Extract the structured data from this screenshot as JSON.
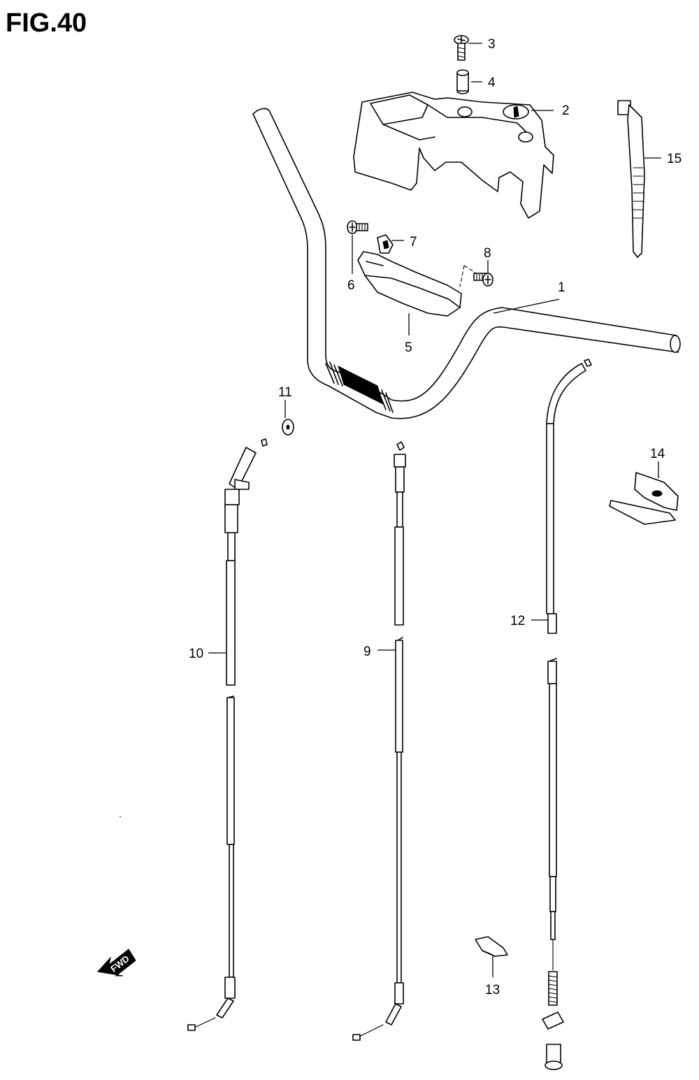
{
  "figure": {
    "title": "FIG.40"
  },
  "direction_arrow": {
    "label": "FWD"
  },
  "callouts": [
    {
      "id": "1",
      "label": "1"
    },
    {
      "id": "2",
      "label": "2"
    },
    {
      "id": "3",
      "label": "3"
    },
    {
      "id": "4",
      "label": "4"
    },
    {
      "id": "5",
      "label": "5"
    },
    {
      "id": "6",
      "label": "6"
    },
    {
      "id": "7",
      "label": "7"
    },
    {
      "id": "8",
      "label": "8"
    },
    {
      "id": "9",
      "label": "9"
    },
    {
      "id": "10",
      "label": "10"
    },
    {
      "id": "11",
      "label": "11"
    },
    {
      "id": "12",
      "label": "12"
    },
    {
      "id": "13",
      "label": "13"
    },
    {
      "id": "14",
      "label": "14"
    },
    {
      "id": "15",
      "label": "15"
    }
  ]
}
